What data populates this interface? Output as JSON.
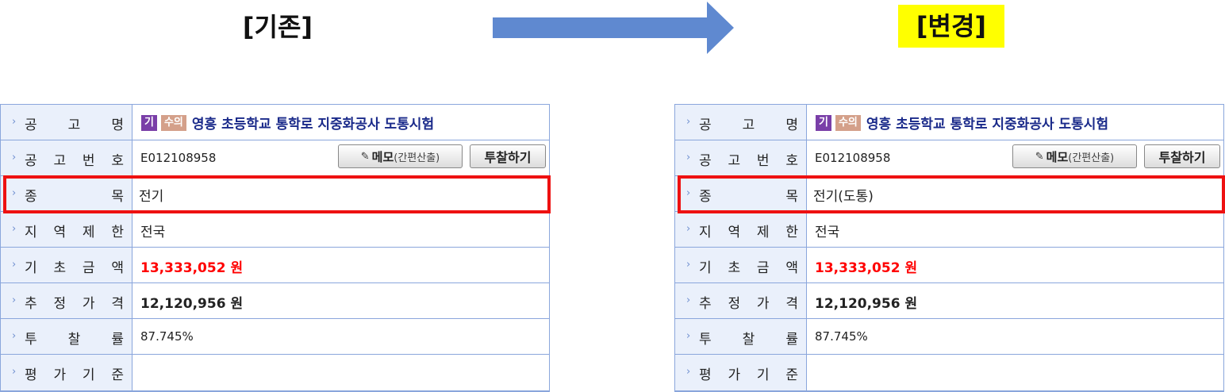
{
  "headings": {
    "before": "[기존]",
    "after": "[변경]"
  },
  "labels": {
    "notice_name": [
      "공",
      "고",
      "명"
    ],
    "notice_no": [
      "공",
      "고",
      "번",
      "호"
    ],
    "category": [
      "종",
      "목"
    ],
    "region": [
      "지",
      "역",
      "제",
      "한"
    ],
    "base_amount": [
      "기",
      "초",
      "금",
      "액"
    ],
    "est_price": [
      "추",
      "정",
      "가",
      "격"
    ],
    "bid_rate": [
      "투",
      "찰",
      "률"
    ],
    "criteria": [
      "평",
      "가",
      "기",
      "준"
    ]
  },
  "badges": {
    "gi": "기",
    "su": "수의"
  },
  "buttons": {
    "memo_main": "메모",
    "memo_sub": "(간편산출)",
    "bid": "투찰하기"
  },
  "icons": {
    "chevron": "chevron-right-icon",
    "memo": "memo-icon"
  },
  "colors": {
    "accent": "#6f8fd0",
    "highlight": "#ee1111",
    "amount": "#ff0000"
  },
  "panels": [
    {
      "notice_title": "영흥 초등학교 통학로 지중화공사 도통시험",
      "notice_no": "E012108958",
      "category": "전기",
      "region": "전국",
      "base_amount": "13,333,052 원",
      "est_price": "12,120,956 원",
      "bid_rate": "87.745%",
      "criteria": ""
    },
    {
      "notice_title": "영흥 초등학교 통학로 지중화공사 도통시험",
      "notice_no": "E012108958",
      "category": "전기(도통)",
      "region": "전국",
      "base_amount": "13,333,052 원",
      "est_price": "12,120,956 원",
      "bid_rate": "87.745%",
      "criteria": ""
    }
  ]
}
